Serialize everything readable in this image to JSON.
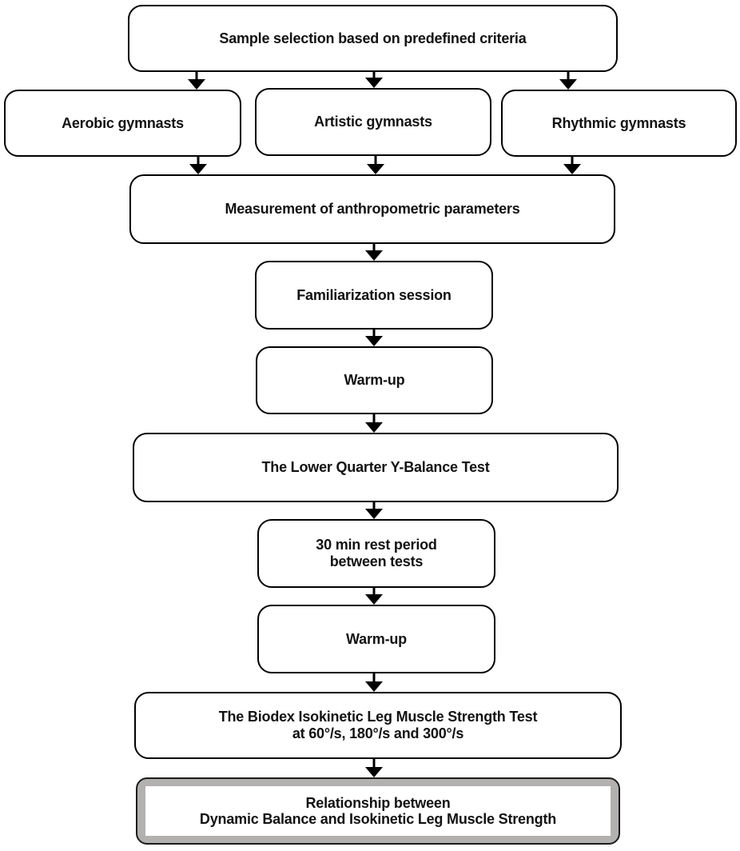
{
  "diagram": {
    "type": "flowchart",
    "colors": {
      "box_border": "#000000",
      "box_background": "#ffffff",
      "text": "#121212",
      "arrow": "#000000",
      "final_box_band": "#b3b0b0"
    },
    "nodes": {
      "sample_selection": {
        "label": "Sample selection based on predefined criteria"
      },
      "aerobic": {
        "label": "Aerobic gymnasts"
      },
      "artistic": {
        "label": "Artistic gymnasts"
      },
      "rhythmic": {
        "label": "Rhythmic gymnasts"
      },
      "measurement": {
        "label": "Measurement of anthropometric parameters"
      },
      "familiarization": {
        "label": "Familiarization session"
      },
      "warm_up_1": {
        "label": "Warm-up"
      },
      "y_balance": {
        "label": "The Lower Quarter Y-Balance Test"
      },
      "rest_period": {
        "lines": [
          "30 min rest period",
          "between tests"
        ]
      },
      "warm_up_2": {
        "label": "Warm-up"
      },
      "biodex": {
        "lines": [
          "The Biodex Isokinetic Leg Muscle Strength Test",
          "at 60°/s, 180°/s and 300°/s"
        ]
      },
      "relationship": {
        "lines": [
          "Relationship between",
          "Dynamic Balance and Isokinetic Leg Muscle Strength"
        ]
      }
    }
  }
}
